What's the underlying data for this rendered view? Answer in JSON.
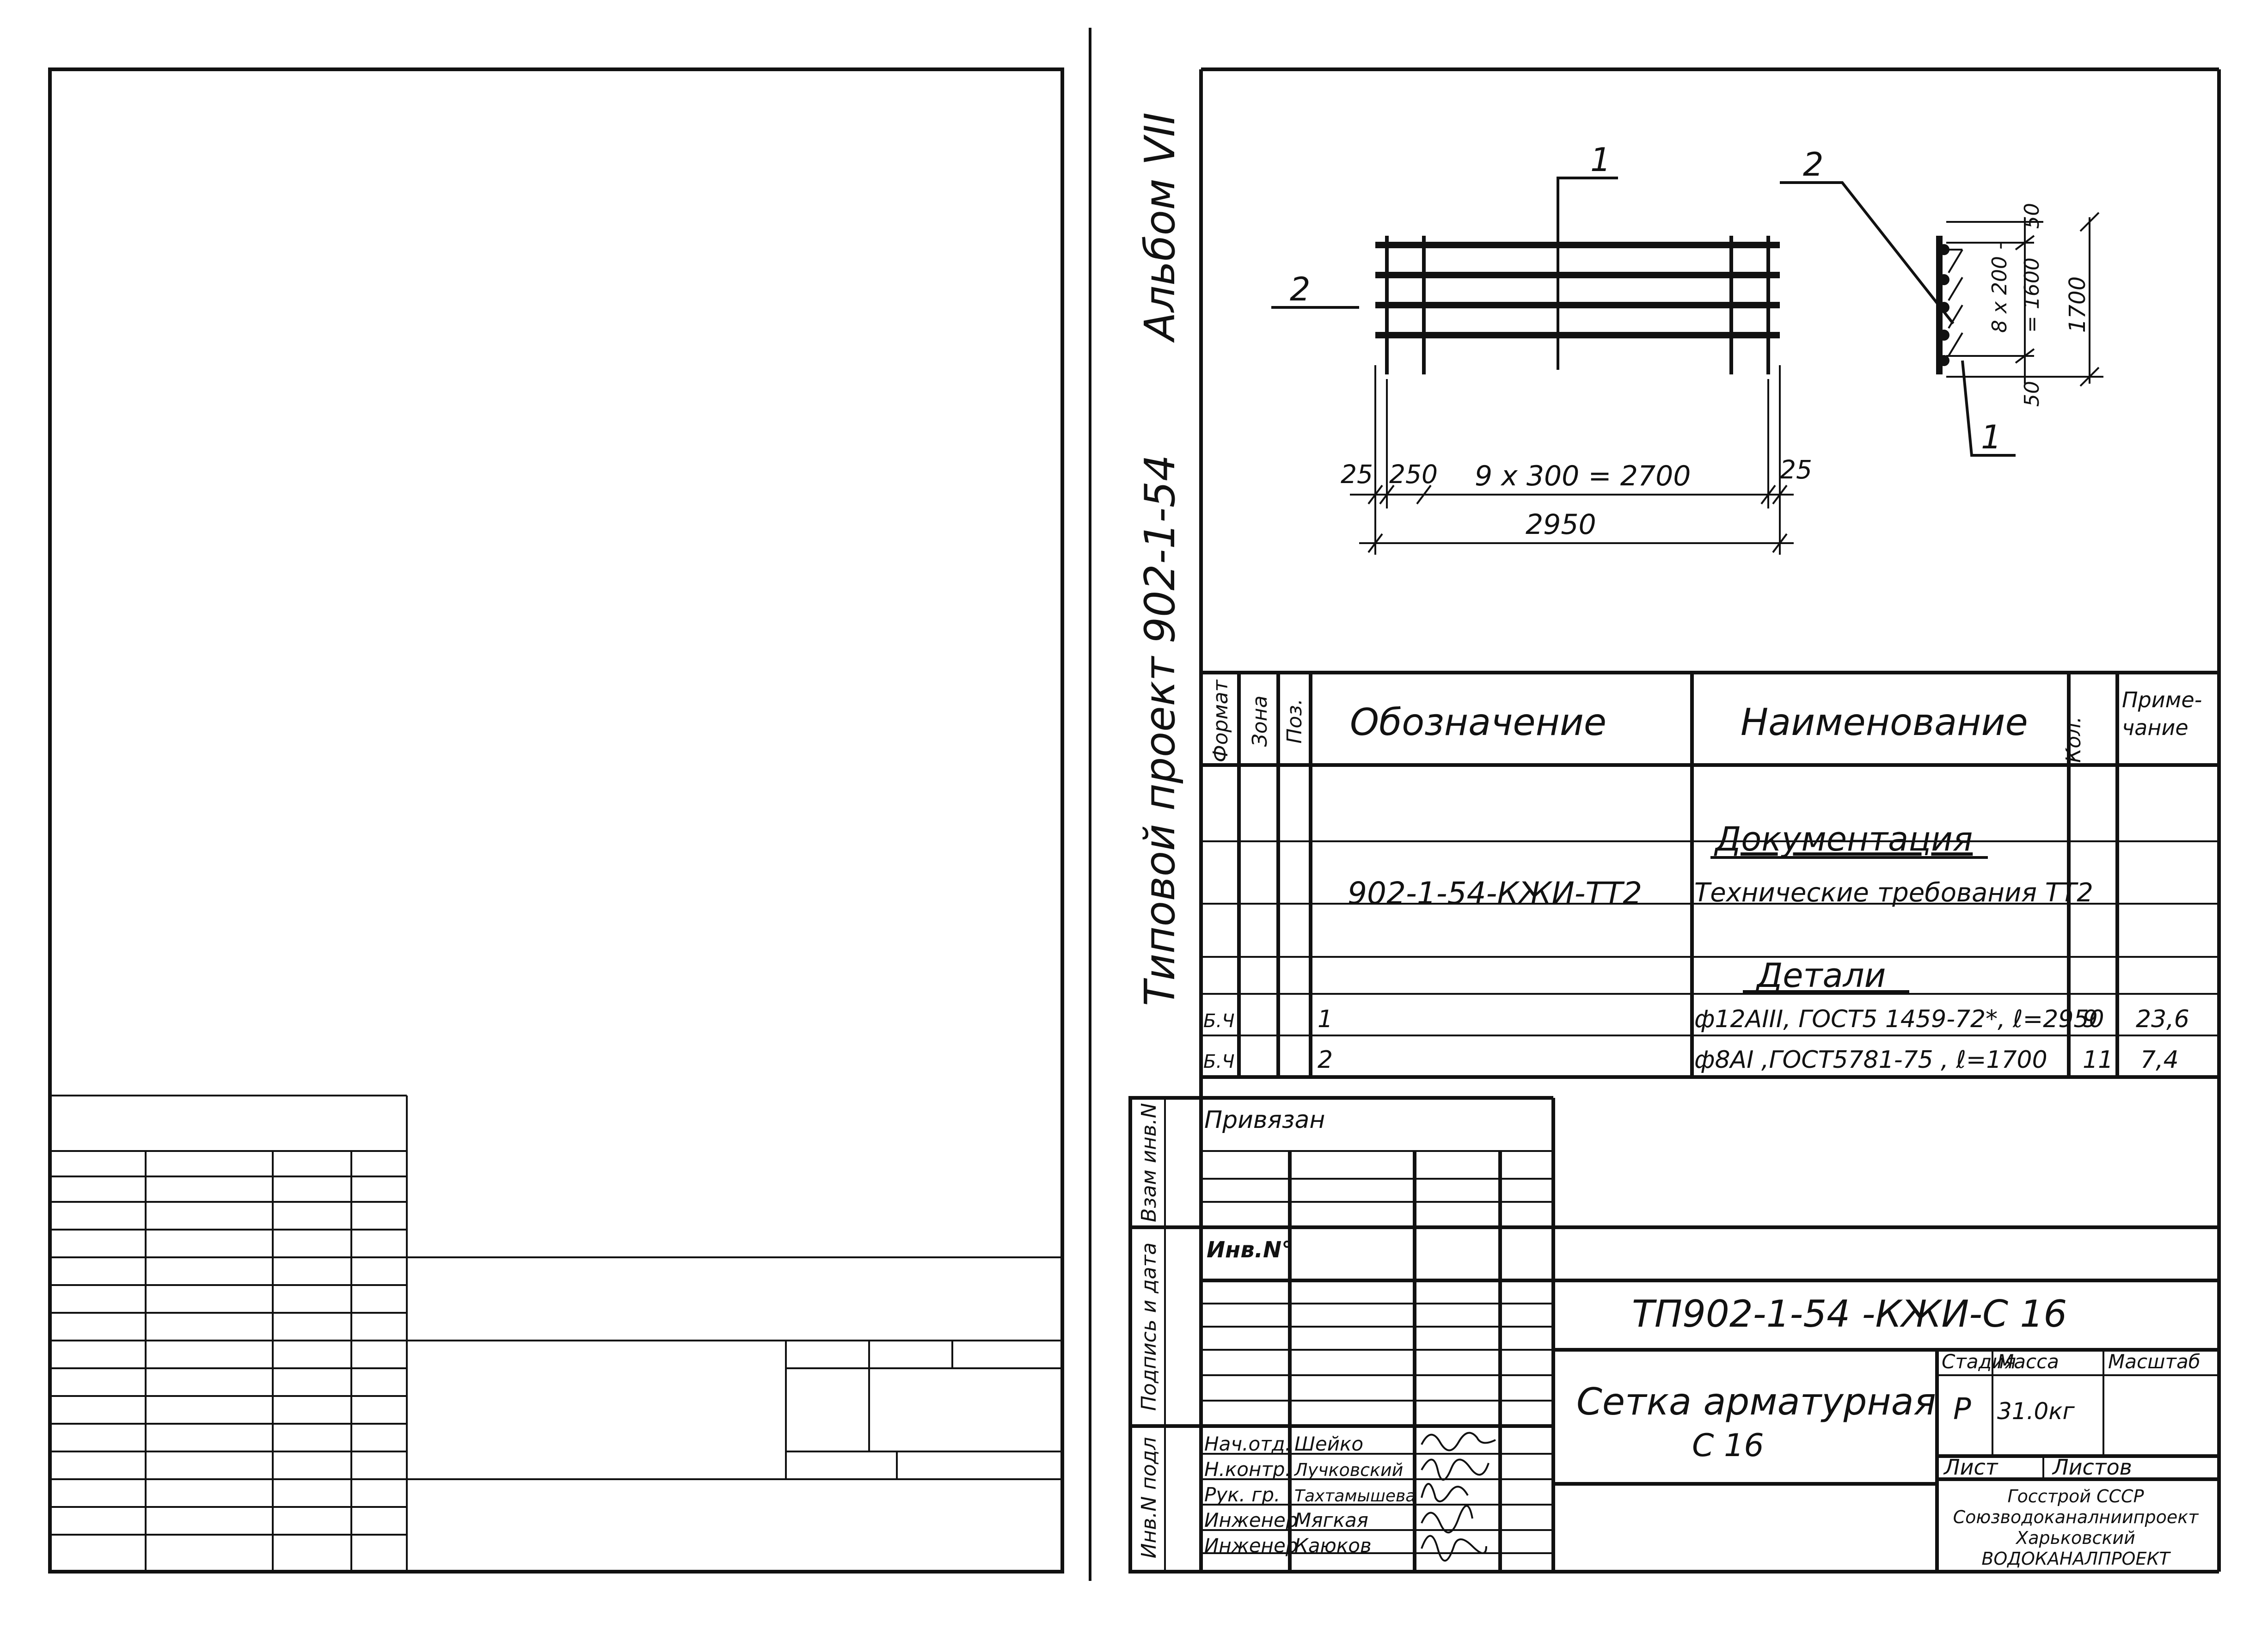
{
  "side": {
    "album": "Альбом VII",
    "project": "Типовой проект 902-1-54",
    "stamp_labels": [
      "Взам инв.N",
      "Подпись и дата",
      "Инв.N подл"
    ]
  },
  "drawing": {
    "callout_1": "1",
    "callout_2": "2",
    "callout_2b": "2",
    "callout_1b": "1",
    "dim_25_left": "25",
    "dim_250": "250",
    "dim_main": "9 x 300 = 2700",
    "dim_25_right": "25",
    "dim_total": "2950",
    "dim_50_top": "50",
    "dim_8x200": "8 x 200 -",
    "dim_1600": "= 1600",
    "dim_50_bottom": "50",
    "dim_1700": "1700"
  },
  "spec": {
    "headers": {
      "format": "Формат",
      "zone": "Зона",
      "pos": "Поз.",
      "designation": "Обозначение",
      "name": "Наименование",
      "qty": "Кол.",
      "note_1": "Приме-",
      "note_2": "чание"
    },
    "section_doc": "Документация",
    "doc_designation": "902-1-54-КЖИ-ТТ2",
    "doc_name": "Технические требования ТТ2",
    "section_details": "Детали",
    "rows": [
      {
        "format": "Б.Ч",
        "pos": "1",
        "name": "ф12АIII, ГОСТ5 1459-72*, ℓ=2950",
        "qty": "9",
        "note": "23,6"
      },
      {
        "format": "Б.Ч",
        "pos": "2",
        "name": "ф8АI ,ГОСТ5781-75 , ℓ=1700",
        "qty": "11",
        "note": "7,4"
      }
    ]
  },
  "title_block": {
    "attached": "Привязан",
    "inv_no": "Инв.N°",
    "code": "ТП902-1-54 -КЖИ-С 16",
    "title_1": "Сетка арматурная",
    "title_2": "С 16",
    "stage_label": "Стадия",
    "mass_label": "Масса",
    "scale_label": "Масштаб",
    "stage": "Р",
    "mass": "31.0кг",
    "sheet_label": "Лист",
    "sheets_label": "Листов",
    "org_1": "Госстрой СССР",
    "org_2": "Союзводоканалниипроект",
    "org_3": "Харьковский",
    "org_4": "ВОДОКАНАЛПРОЕКТ",
    "staff": [
      {
        "role": "Нач.отд.",
        "name": "Шейко"
      },
      {
        "role": "Н.контр.",
        "name": "Лучковский"
      },
      {
        "role": "Рук. гр.",
        "name": "Тахтамышева"
      },
      {
        "role": "Инженер",
        "name": "Мягкая"
      },
      {
        "role": "Инженер",
        "name": "Каюков"
      }
    ]
  }
}
